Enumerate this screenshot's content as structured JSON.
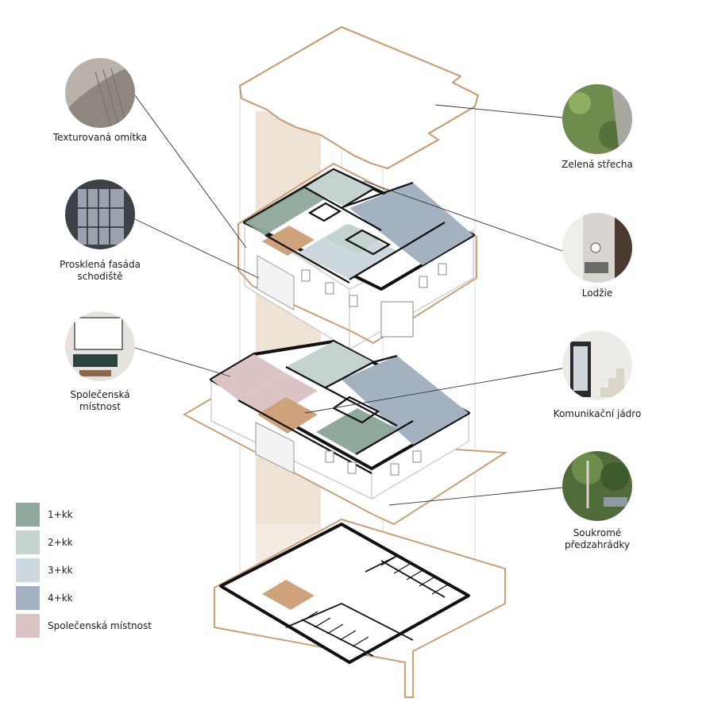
{
  "labels": {
    "texturovana_omitka": "Texturovaná omítka",
    "prosklena_fasada_1": "Prosklená fasáda",
    "prosklena_fasada_2": "schodiště",
    "spolecenska_1": "Společenská",
    "spolecenska_2": "místnost",
    "zelena_strecha": "Zelená střecha",
    "lodzie": "Lodžie",
    "komunikacni_jadro": "Komunikační jádro",
    "soukrome_1": "Soukromé",
    "soukrome_2": "předzahrádky"
  },
  "legend": [
    {
      "label": "1+kk",
      "color": "#8fa89c"
    },
    {
      "label": "2+kk",
      "color": "#c4d3cd"
    },
    {
      "label": "3+kk",
      "color": "#cdd7de"
    },
    {
      "label": "4+kk",
      "color": "#a4b1c0"
    },
    {
      "label": "Společenská místnost",
      "color": "#dcc4c5"
    }
  ],
  "colors": {
    "outline_copper": "#c8a07a",
    "core_tan": "#cda27c",
    "wall_black": "#111111"
  },
  "icons": {
    "texture": "plaster-texture-photo",
    "glass": "glass-facade-photo",
    "lounge": "lounge-room-photo",
    "roof": "green-roof-photo",
    "loggia": "loggia-photo",
    "core": "staircase-core-photo",
    "garden": "front-garden-photo"
  }
}
